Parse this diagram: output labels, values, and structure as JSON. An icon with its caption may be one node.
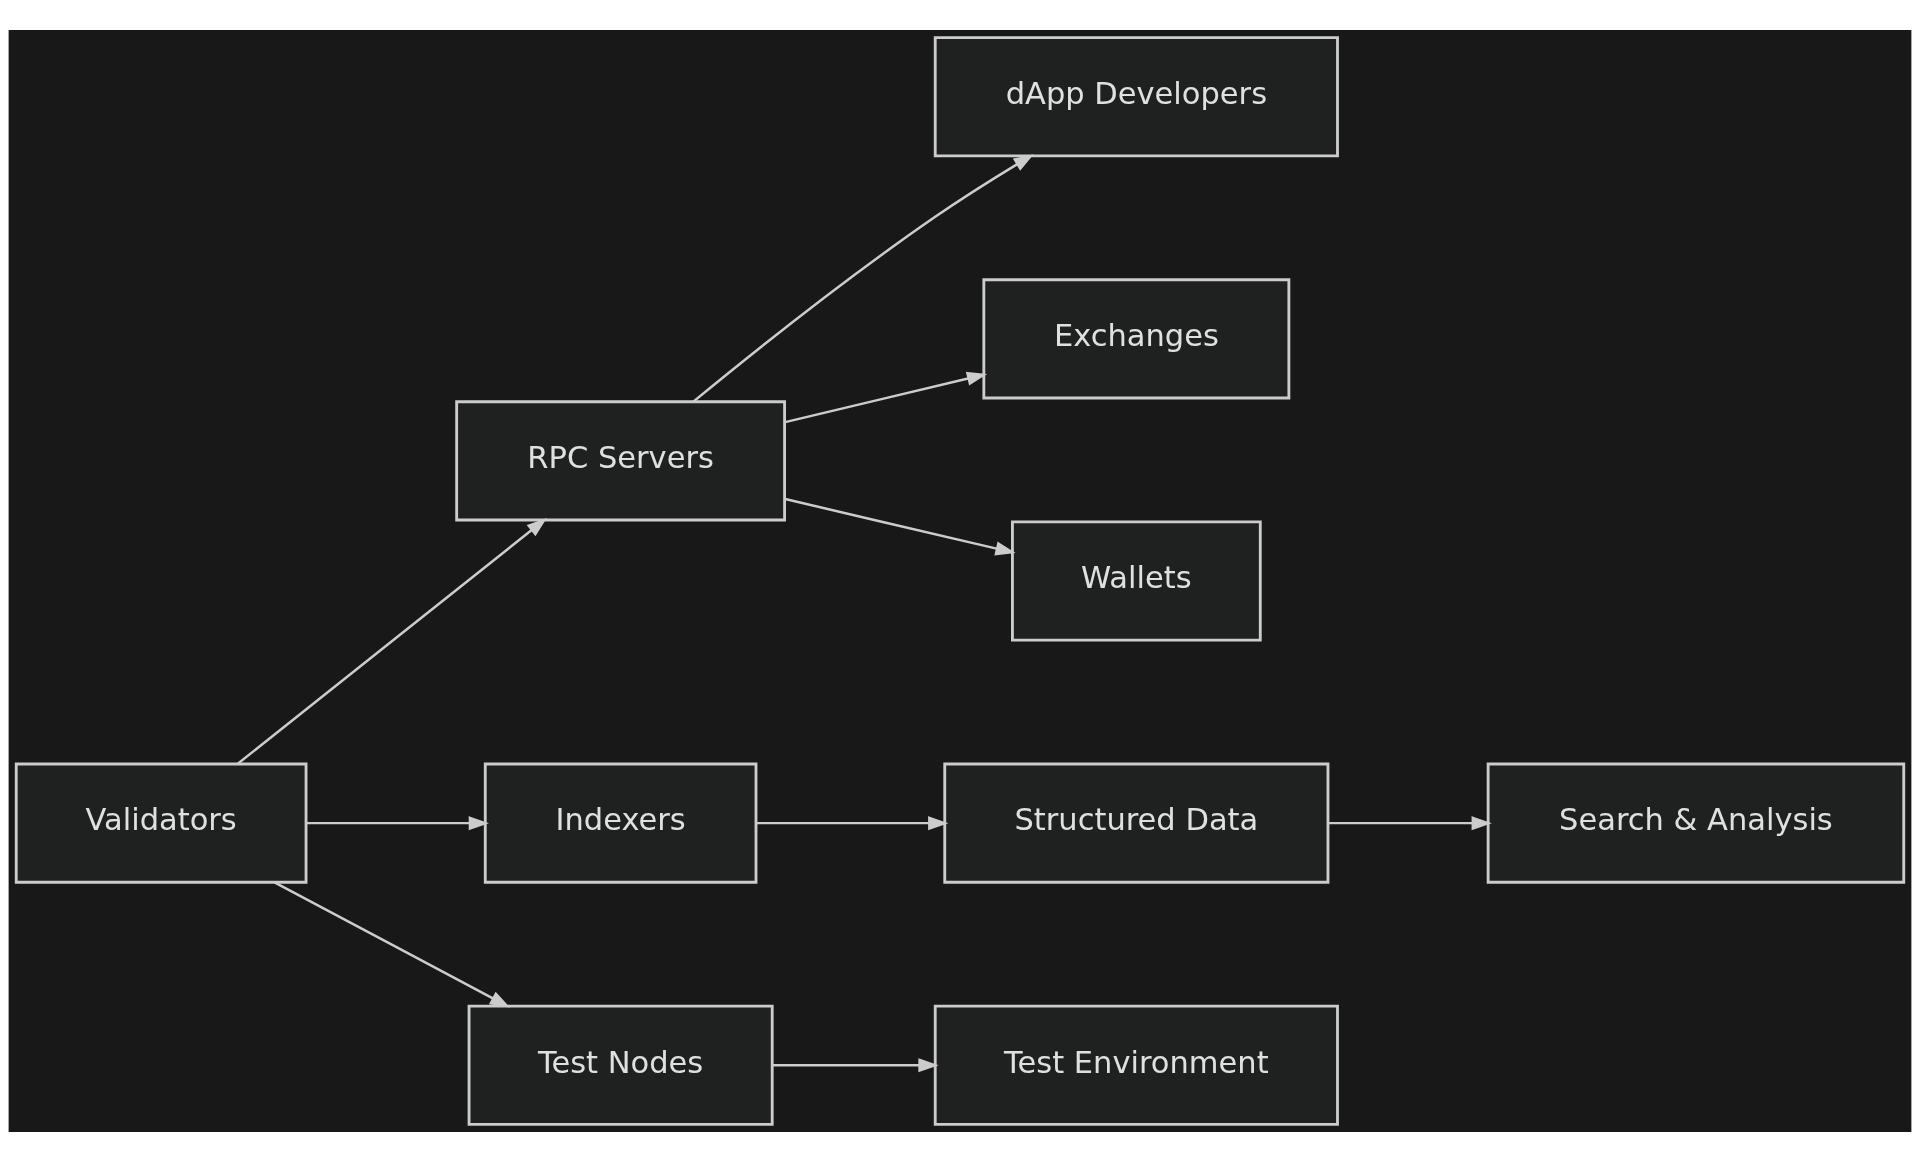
{
  "diagram": {
    "nodes": [
      {
        "text": [
          "Validators"
        ]
      },
      {
        "text": [
          "RPC Servers"
        ]
      },
      {
        "text": [
          "dApp Developers"
        ]
      },
      {
        "text": [
          "Exchanges"
        ]
      },
      {
        "text": [
          "Wallets"
        ]
      },
      {
        "text": [
          "Indexers"
        ]
      },
      {
        "text": [
          "Structured Data"
        ]
      },
      {
        "text": [
          "Search & Analysis"
        ]
      },
      {
        "text": [
          "Test Nodes"
        ]
      },
      {
        "text": [
          "Test Environment"
        ]
      }
    ],
    "edges": [
      {
        "from": 0,
        "to": 1,
        "arrow": "to"
      },
      {
        "from": 0,
        "to": 5,
        "arrow": "to"
      },
      {
        "from": 0,
        "to": 8,
        "arrow": "to"
      },
      {
        "from": 1,
        "to": 2,
        "arrow": "to"
      },
      {
        "from": 1,
        "to": 3,
        "arrow": "to"
      },
      {
        "from": 1,
        "to": 4,
        "arrow": "to"
      },
      {
        "from": 5,
        "to": 6,
        "arrow": "to"
      },
      {
        "from": 6,
        "to": 7,
        "arrow": "to"
      },
      {
        "from": 8,
        "to": 9,
        "arrow": "to"
      }
    ]
  }
}
